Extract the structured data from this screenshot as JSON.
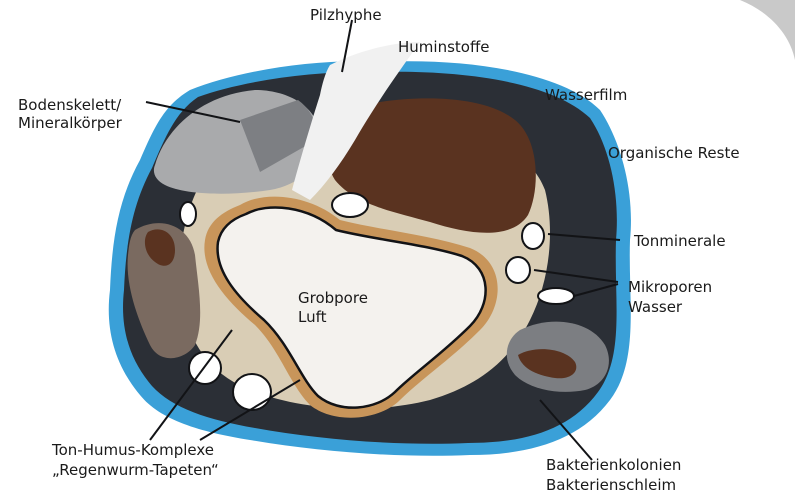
{
  "labels": {
    "pilzhyphe": "Pilzhyphe",
    "huminstoffe": "Huminstoffe",
    "bodenskelett_1": "Bodenskelett/",
    "bodenskelett_2": "Mineralkörper",
    "wasserfilm": "Wasserfilm",
    "organische_reste": "Organische Reste",
    "tonminerale": "Tonminerale",
    "mikroporen_1": "Mikroporen",
    "mikroporen_2": "Wasser",
    "grobpore_1": "Grobpore",
    "grobpore_2": "Luft",
    "ton_humus_1": "Ton-Humus-Komplexe",
    "ton_humus_2": "„Regenwurm-Tapeten“",
    "bakterien_1": "Bakterienkolonien",
    "bakterien_2": "Bakterienschleim"
  },
  "colors": {
    "water_film": "#3aa0d8",
    "aggregate_dark": "#2b2f36",
    "clay_matrix": "#d9cdb5",
    "humus": "#5a3320",
    "mineral": "#a9aaac",
    "pore_air": "#f4f2ee",
    "pore_rim": "#c8955a",
    "corner_shape": "#c9c9c9"
  }
}
